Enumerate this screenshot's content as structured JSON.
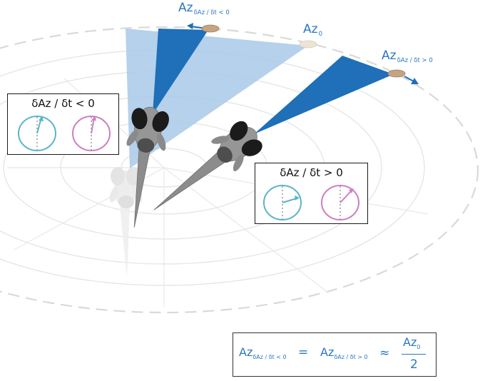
{
  "labels": {
    "az_neg_main": "Az",
    "az_neg_sub": "δAz / δt < 0",
    "az0_main": "Az",
    "az0_sub": "0",
    "az_pos_main": "Az",
    "az_pos_sub": "δAz / δt > 0"
  },
  "boxes": {
    "negative_title": "δAz / δt < 0",
    "positive_title": "δAz / δt > 0"
  },
  "formula": {
    "lhs_main": "Az",
    "lhs_sub": "δAz / δt < 0",
    "equals": "=",
    "mid_main": "Az",
    "mid_sub": "δAz / δt > 0",
    "approx": "≈",
    "num_main": "Az",
    "num_sub": "0",
    "den": "2"
  },
  "colors": {
    "blue_dark": "#1f6fb9",
    "blue_light": "#a8c9e8",
    "label_blue": "#2a78c0",
    "clock_cyan": "#5bb5c8",
    "clock_pink": "#cc7fc0",
    "fish_gray": "#8c8c8c",
    "target_tan": "#c4a484"
  }
}
